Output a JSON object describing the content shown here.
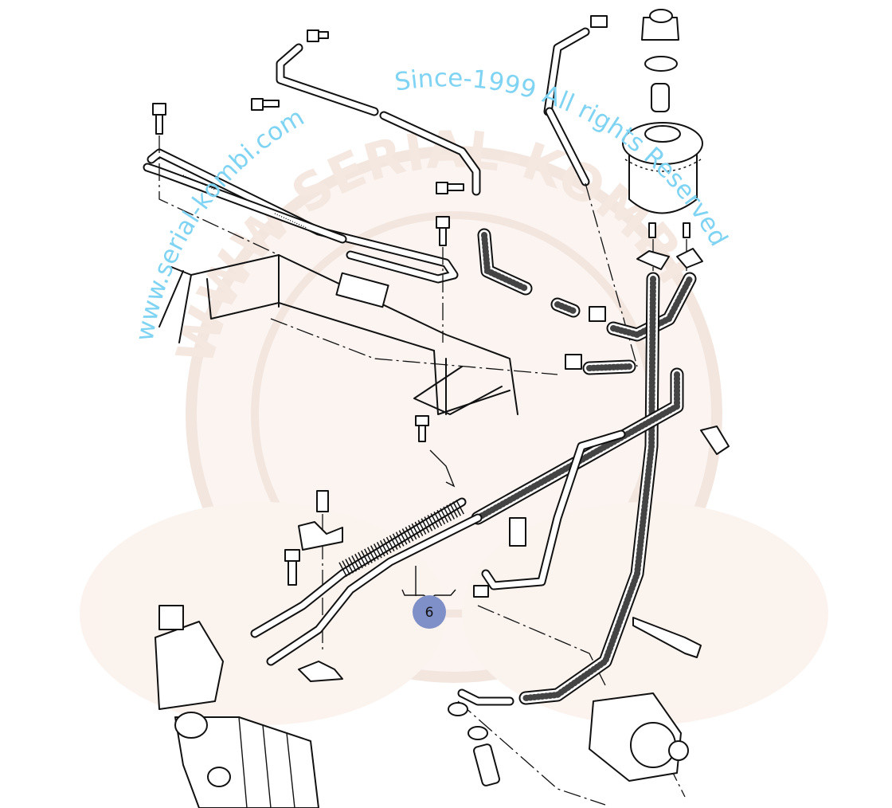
{
  "diagram": {
    "title": "Power steering hydraulic lines exploded view",
    "callouts": [
      {
        "label": "6"
      }
    ],
    "colors": {
      "watermark_text": "#7fd3f3",
      "watermark_logo": "#f3e4dc",
      "callout": "#7f8fc7"
    }
  },
  "watermark": {
    "website": "www.serial-kombi.com",
    "copyright": "Since-1999 All rights Reserved",
    "logo_text": "WWW.SERIAL-KOMBI"
  }
}
